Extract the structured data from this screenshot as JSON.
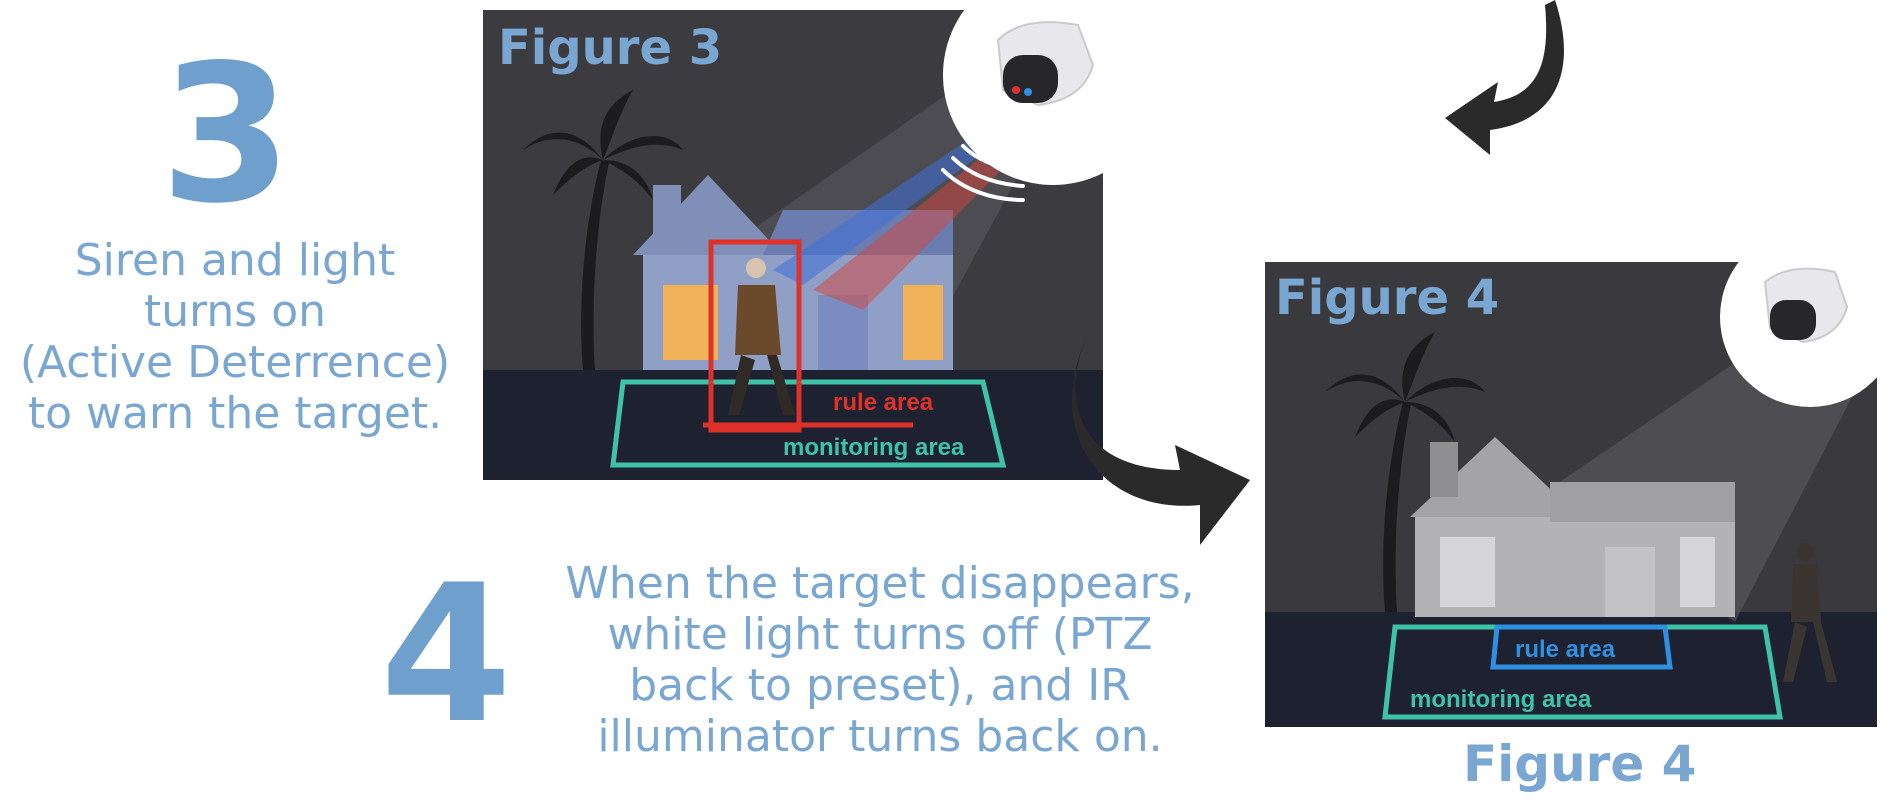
{
  "step3": {
    "number": "3",
    "caption_lines": [
      "Siren and light",
      "turns on",
      "(Active Deterrence)",
      "to warn the target."
    ]
  },
  "step4": {
    "number": "4",
    "caption_lines": [
      "When the target disappears,",
      "white light turns off (PTZ",
      "back to preset), and IR",
      "illuminator turns back on."
    ]
  },
  "figure3": {
    "title": "Figure 3",
    "rule_label": "rule area",
    "monitor_label": "monitoring area"
  },
  "figure4": {
    "title": "Figure 4",
    "rule_label": "rule area",
    "monitor_label": "monitoring area",
    "caption": "Figure 4"
  },
  "colors": {
    "accent": "#6f9fcc",
    "panel_dark": "#3a3a3e",
    "ground": "#1e2230",
    "rule_red": "#e0302a",
    "rule_blue": "#2f8fe0",
    "monitor_teal": "#3fc3a8"
  }
}
